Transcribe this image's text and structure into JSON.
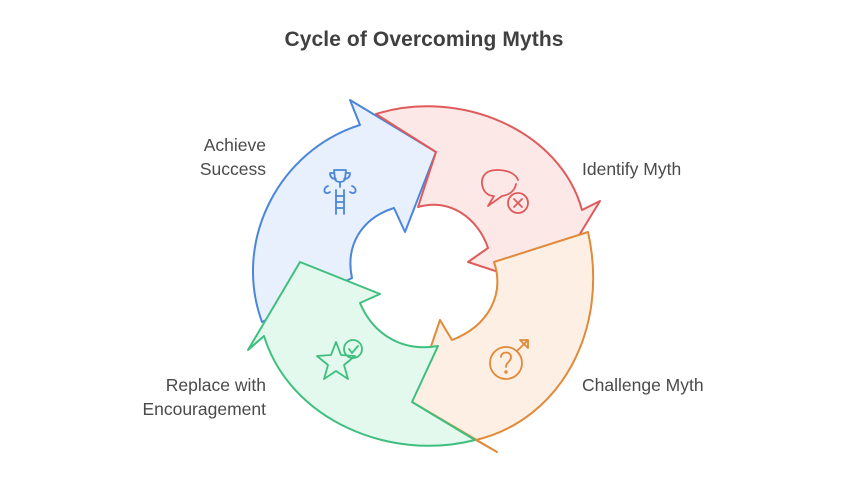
{
  "title": "Cycle of Overcoming Myths",
  "stages": [
    {
      "name": "Identify Myth",
      "color": "#e05a5a",
      "fill": "#fde8e8",
      "icon": "speech-bubble-x-icon"
    },
    {
      "name": "Challenge Myth",
      "color": "#e08a3a",
      "fill": "#fdefe3",
      "icon": "question-face-icon"
    },
    {
      "name": "Replace with Encouragement",
      "lines": [
        "Replace with",
        "Encouragement"
      ],
      "color": "#3fbf7f",
      "fill": "#e3f9ee",
      "icon": "star-check-icon"
    },
    {
      "name": "Achieve Success",
      "lines": [
        "Achieve",
        "Success"
      ],
      "color": "#4a86d9",
      "fill": "#e8f0fd",
      "icon": "trophy-ladder-icon"
    }
  ]
}
